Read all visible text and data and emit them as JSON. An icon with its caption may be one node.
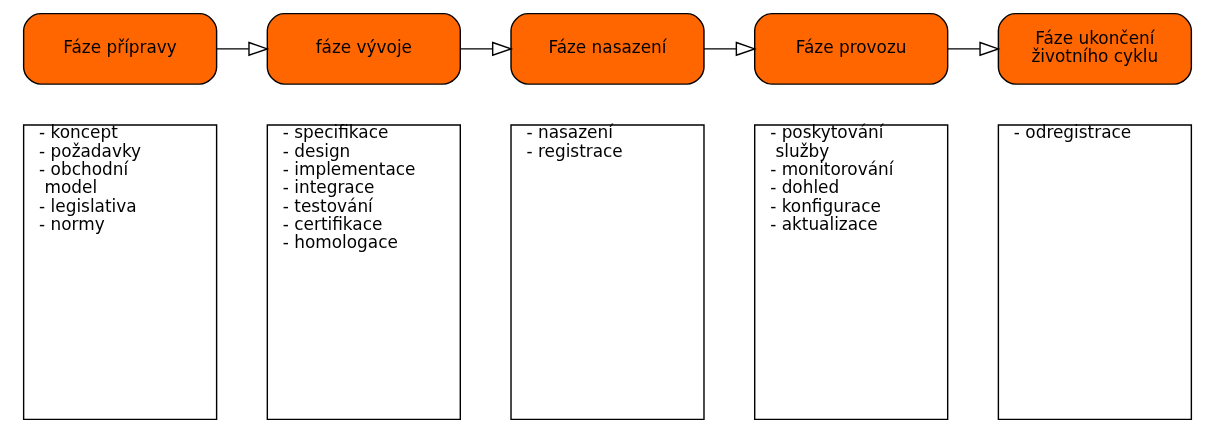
{
  "diagram": {
    "nodes": [
      {
        "text": [
          "Fáze přípravy"
        ]
      },
      {
        "text": [
          "fáze vývoje"
        ]
      },
      {
        "text": [
          "Fáze nasazení"
        ]
      },
      {
        "text": [
          "Fáze provozu"
        ]
      },
      {
        "text": [
          "Fáze ukončení životního cyklu"
        ]
      },
      {
        "text": [
          "- koncept",
          "- požadavky",
          "- obchodní model",
          "- legislativa",
          "- normy"
        ]
      },
      {
        "text": [
          "- specifikace",
          "- design",
          "- implementace",
          "- integrace",
          "- testování",
          "- certifikace",
          "- homologace"
        ]
      },
      {
        "text": [
          "- nasazení",
          "- registrace"
        ]
      },
      {
        "text": [
          "- poskytování služby",
          "- monitorování",
          "- dohled",
          "- konfigurace",
          "- aktualizace"
        ]
      },
      {
        "text": [
          "- odregistrace"
        ]
      }
    ],
    "edges": [
      {
        "from": 0,
        "to": 1,
        "arrow": "to"
      },
      {
        "from": 1,
        "to": 2,
        "arrow": "to"
      },
      {
        "from": 2,
        "to": 3,
        "arrow": "to"
      },
      {
        "from": 3,
        "to": 4,
        "arrow": "to"
      }
    ]
  }
}
